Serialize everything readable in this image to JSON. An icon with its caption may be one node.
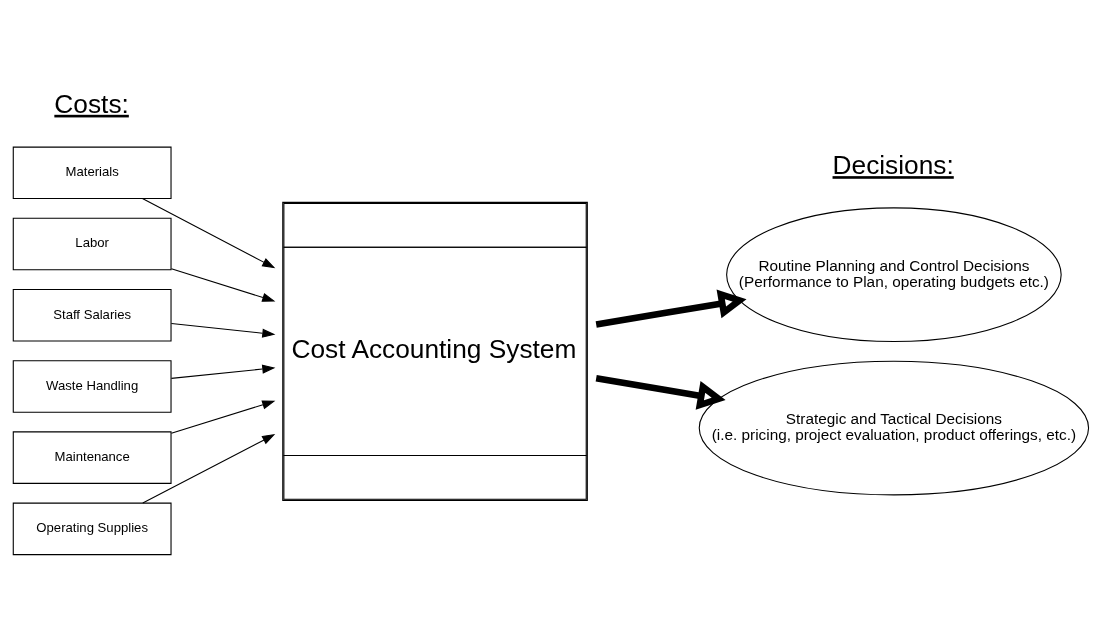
{
  "diagram": {
    "nodes": [
      {
        "text": [
          "Materials"
        ]
      },
      {
        "text": [
          "Labor"
        ]
      },
      {
        "text": [
          "Staff Salaries"
        ]
      },
      {
        "text": [
          "Waste Handling"
        ]
      },
      {
        "text": [
          "Maintenance"
        ]
      },
      {
        "text": [
          "Operating Supplies"
        ]
      },
      {
        "text": [
          "Cost Accounting System"
        ]
      },
      {
        "text": [
          "Routine Planning and Control Decisions",
          "(Performance to Plan, operating budgets etc.)"
        ]
      },
      {
        "text": [
          "Strategic and Tactical Decisions",
          "(i.e. pricing, project evaluation, product offerings, etc.)"
        ]
      }
    ],
    "edges": [
      {
        "from": 0,
        "to": 6,
        "arrow": "to"
      },
      {
        "from": 1,
        "to": 6,
        "arrow": "to"
      },
      {
        "from": 2,
        "to": 6,
        "arrow": "to"
      },
      {
        "from": 3,
        "to": 6,
        "arrow": "to"
      },
      {
        "from": 4,
        "to": 6,
        "arrow": "to"
      },
      {
        "from": 5,
        "to": 6,
        "arrow": "to"
      },
      {
        "from": 6,
        "to": 7,
        "arrow": "to",
        "style": "thick"
      },
      {
        "from": 6,
        "to": 8,
        "arrow": "to",
        "style": "thick"
      }
    ],
    "labels": [
      "Costs:",
      "Decisions:"
    ]
  }
}
